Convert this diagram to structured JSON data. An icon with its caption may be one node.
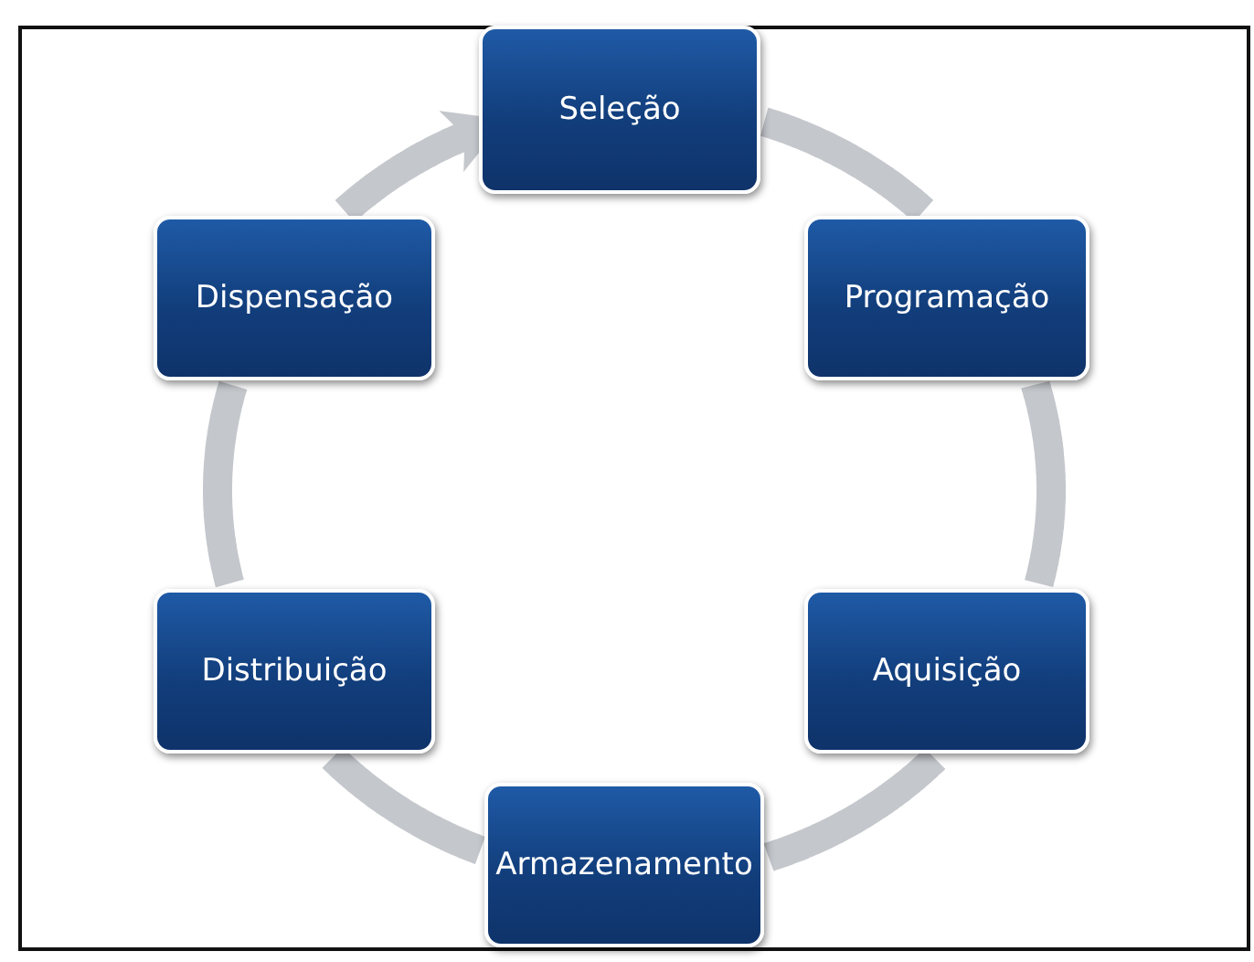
{
  "diagram": {
    "nodes": [
      {
        "text": [
          "Seleção"
        ]
      },
      {
        "text": [
          "Programação"
        ]
      },
      {
        "text": [
          "Aquisição"
        ]
      },
      {
        "text": [
          "Armazenamento"
        ]
      },
      {
        "text": [
          "Distribuição"
        ]
      },
      {
        "text": [
          "Dispensação"
        ]
      }
    ],
    "edges": [
      {
        "from": 0,
        "to": 1,
        "arrow": "none"
      },
      {
        "from": 1,
        "to": 2,
        "arrow": "none"
      },
      {
        "from": 2,
        "to": 3,
        "arrow": "none"
      },
      {
        "from": 3,
        "to": 4,
        "arrow": "none"
      },
      {
        "from": 4,
        "to": 5,
        "arrow": "none"
      },
      {
        "from": 5,
        "to": 0,
        "arrow": "to"
      }
    ]
  }
}
